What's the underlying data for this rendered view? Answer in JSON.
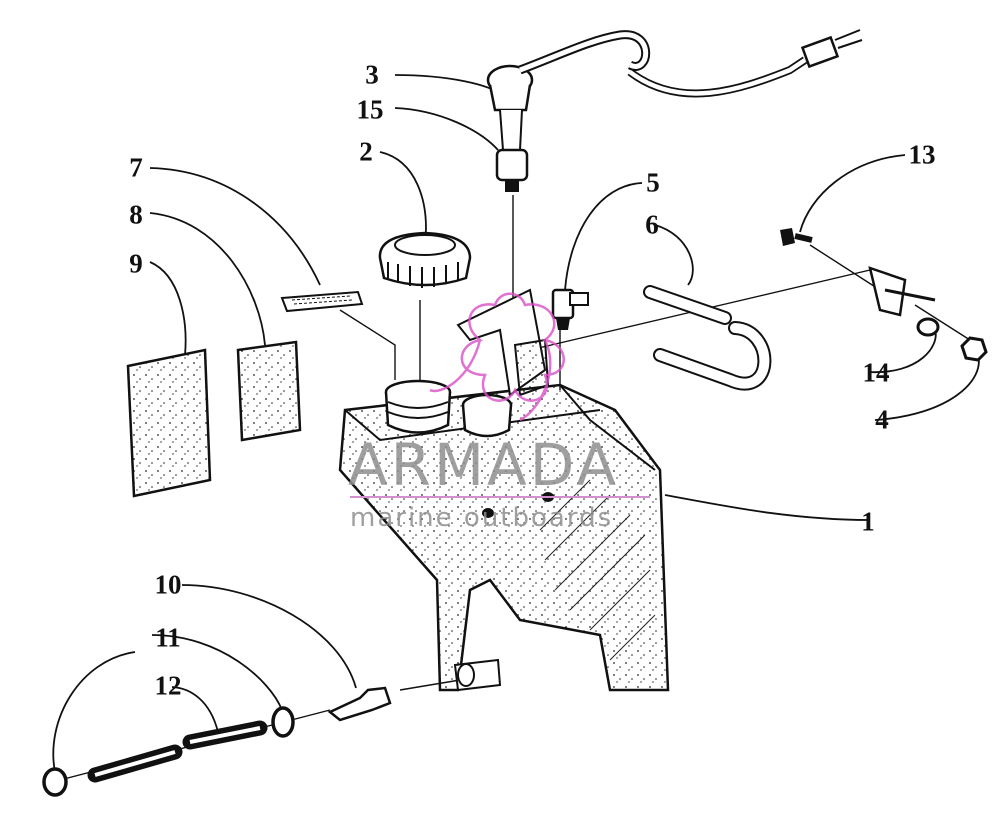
{
  "callouts": {
    "c1": "1",
    "c2": "2",
    "c3": "3",
    "c4": "4",
    "c5": "5",
    "c6": "6",
    "c7": "7",
    "c8": "8",
    "c9": "9",
    "c10": "10",
    "c11": "11",
    "c12": "12",
    "c13": "13",
    "c14": "14",
    "c15": "15"
  },
  "watermark": {
    "title": "ARMADA",
    "subtitle": "marine outboards"
  },
  "colors": {
    "ink": "#111111",
    "watermark_text": "#8f8f8f",
    "watermark_logo": "#d94fc7"
  }
}
